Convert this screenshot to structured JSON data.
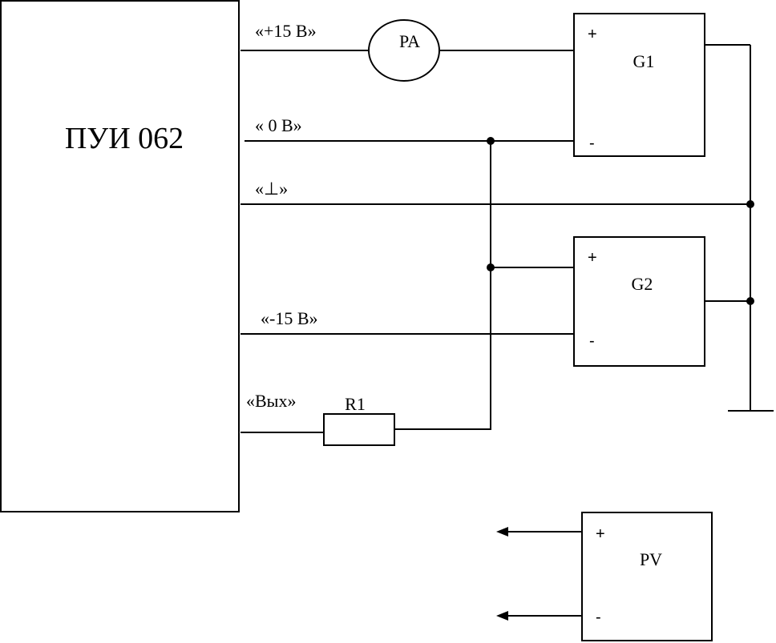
{
  "diagram": {
    "main_unit": {
      "label": "ПУИ  062"
    },
    "terminals": {
      "plus15": "«+15 В»",
      "zero": "« 0 В»",
      "ground": "«⊥»",
      "minus15": "«-15 В»",
      "out": "«Вых»"
    },
    "ammeter": {
      "label": "PA"
    },
    "resistor": {
      "label": "R1"
    },
    "source_g1": {
      "label": "G1",
      "plus": "+",
      "minus": "-"
    },
    "source_g2": {
      "label": "G2",
      "plus": "+",
      "minus": "-"
    },
    "voltmeter": {
      "label": "PV",
      "plus": "+",
      "minus": "-"
    }
  }
}
